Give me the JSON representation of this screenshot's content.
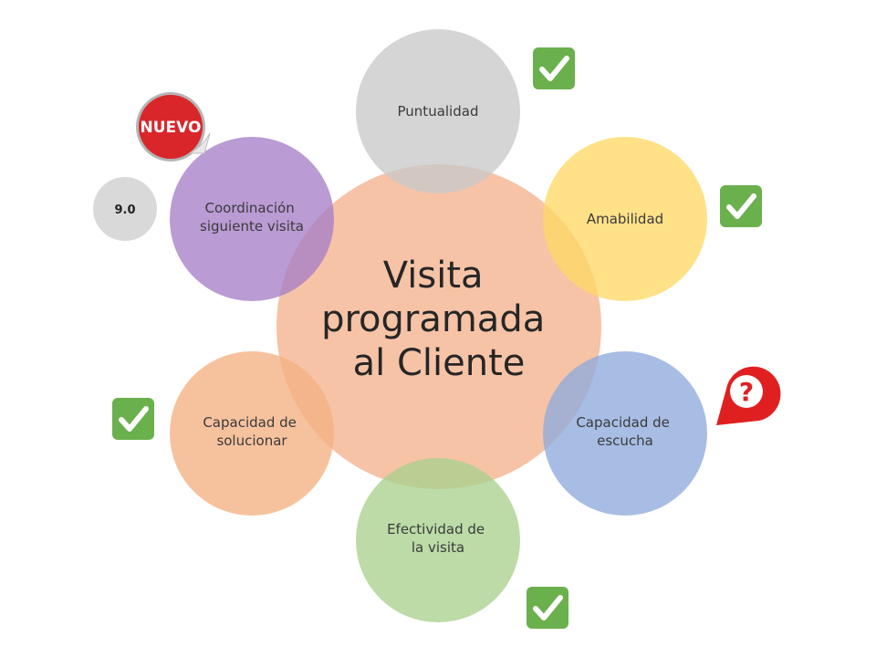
{
  "center": {
    "lines": [
      "Visita",
      "programada",
      "al Cliente"
    ],
    "color": "#F4B896"
  },
  "nodes": [
    {
      "id": "puntualidad",
      "lines": [
        "Puntualidad"
      ],
      "color": "#C9C9C9",
      "status": "check"
    },
    {
      "id": "amabilidad",
      "lines": [
        "Amabilidad"
      ],
      "color": "#FFD866",
      "status": "check"
    },
    {
      "id": "capacidad-de-escucha",
      "lines": [
        "Capacidad de",
        "escucha"
      ],
      "color": "#8FAADC",
      "status": "question"
    },
    {
      "id": "efectividad-de-la-visita",
      "lines": [
        "Efectividad de",
        "la visita"
      ],
      "color": "#A9D18E",
      "status": "check"
    },
    {
      "id": "capacidad-de-solucionar",
      "lines": [
        "Capacidad de",
        "solucionar"
      ],
      "color": "#F4B183",
      "status": "check"
    },
    {
      "id": "coordinacion-siguiente-visita",
      "lines": [
        "Coordinación",
        "siguiente visita"
      ],
      "color": "#A67FC8",
      "status": "new"
    }
  ],
  "badges": {
    "nuevo_label": "NUEVO",
    "score_label": "9.0",
    "check_color": "#6AB04C",
    "question_color": "#E02020",
    "nuevo_color": "#D9262B",
    "score_color": "#D9D9D9"
  }
}
